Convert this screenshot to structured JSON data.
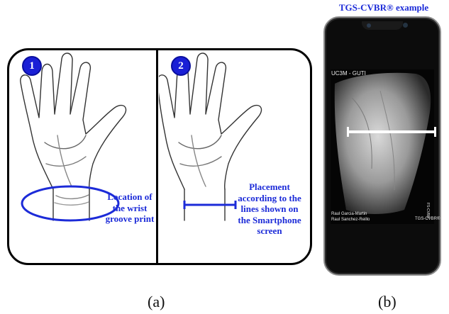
{
  "panel_a": {
    "step1_number": "1",
    "step2_number": "2",
    "step1_note": [
      "Location of",
      "the wrist",
      "groove print"
    ],
    "step2_note": [
      "Placement",
      "according to the",
      "lines shown on",
      "the Smartphone",
      "screen"
    ],
    "caption": "(a)"
  },
  "panel_b": {
    "title": "TGS-CVBR® example",
    "screen_header": "UC3M - GUTI",
    "screen_footer_names": [
      "Raul Garcia-Martin",
      "Raul Sanchez-Reillo"
    ],
    "screen_footer_app": "TGS-CVBR®",
    "screen_side_label": "FS-CVBR",
    "caption": "(b)"
  },
  "colors": {
    "accent_blue": "#1c2bd8",
    "outline": "#000000",
    "phone_body": "#0c0c0c"
  }
}
